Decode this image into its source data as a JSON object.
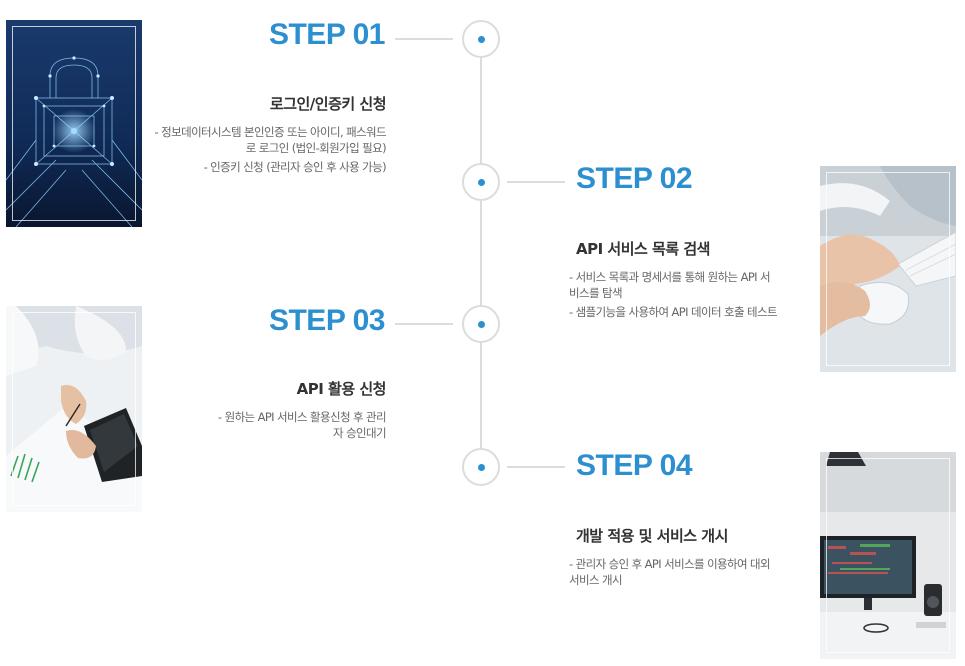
{
  "steps": [
    {
      "label": "STEP 01",
      "title": "로그인/인증키 신청",
      "items": [
        "- 정보데이터시스템 본인인증 또는 아이디, 패스워드로 로그인 (법인-회원가입 필요)",
        "- 인증키 신청 (관리자 승인 후 사용 가능)"
      ],
      "photo": "security-lock"
    },
    {
      "label": "STEP 02",
      "title": "API 서비스 목록 검색",
      "items": [
        "- 서비스 목록과 명세서를 통해 원하는 API 서비스를 탐색",
        "- 샘플기능을 사용하여 API 데이터 호출 테스트"
      ],
      "photo": "hand-on-mouse"
    },
    {
      "label": "STEP 03",
      "title": "API 활용 신청",
      "items": [
        "- 원하는 API 서비스 활용신청 후 관리자 승인대기"
      ],
      "photo": "tablet-writing"
    },
    {
      "label": "STEP 04",
      "title": "개발 적용 및 서비스 개시",
      "items": [
        "- 관리자 승인 후 API 서비스를 이용하여 대외 서비스 개시"
      ],
      "photo": "desk-monitor"
    }
  ],
  "colors": {
    "accent": "#2b8fd0",
    "line": "#dcdcdc",
    "heading": "#333333",
    "text": "#666666"
  }
}
